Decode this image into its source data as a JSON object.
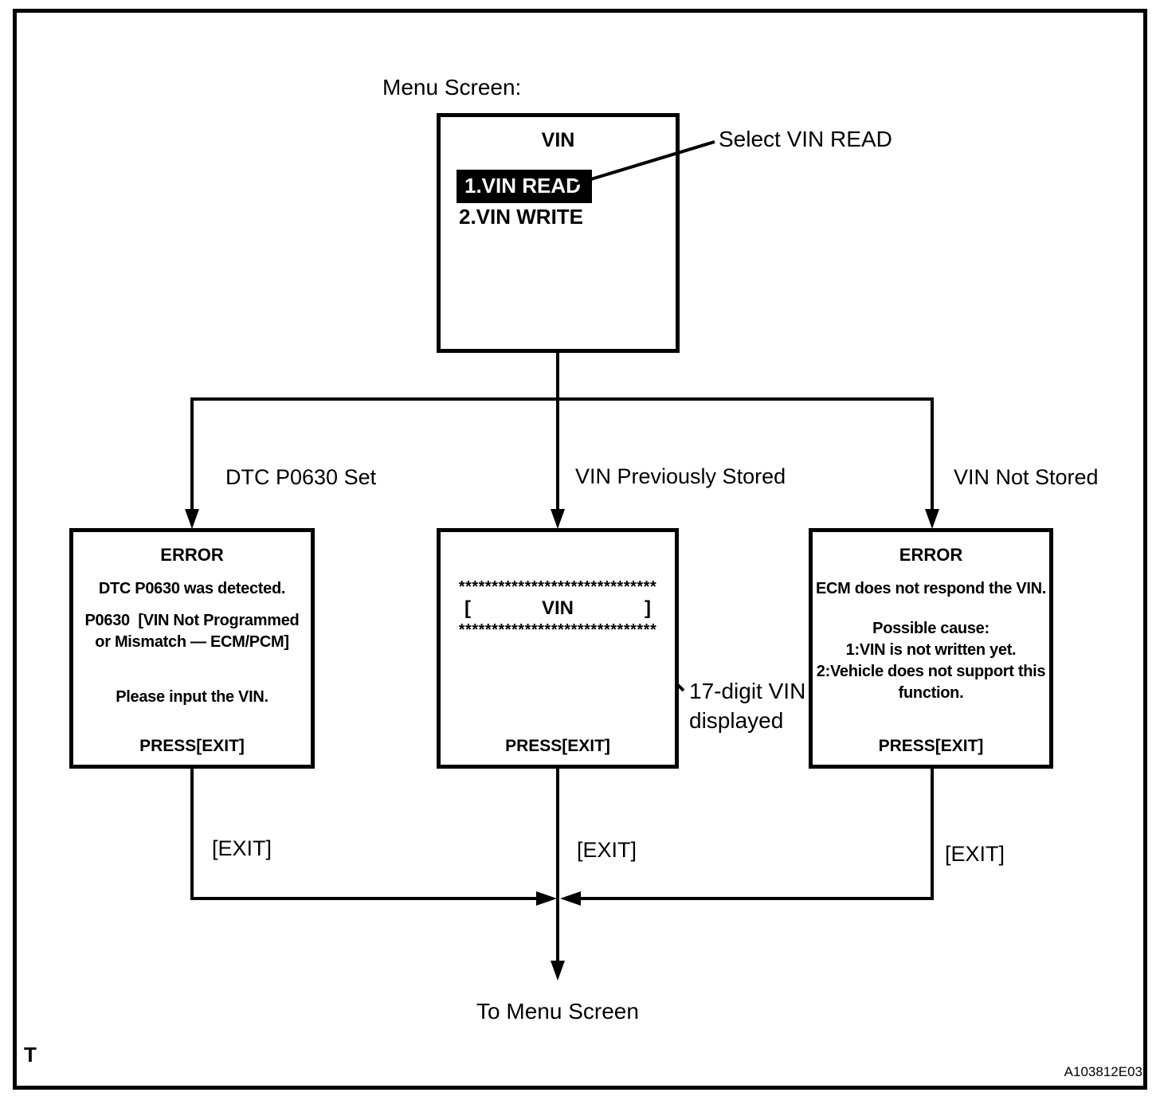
{
  "header": {
    "menu_screen_label": "Menu Screen:"
  },
  "menu_box": {
    "title": "VIN",
    "item1": "1.VIN READ",
    "item2": "2.VIN WRITE"
  },
  "annotations": {
    "select_vin_read": "Select VIN READ",
    "vin_digits_line1": "17-digit VIN",
    "vin_digits_line2": "displayed"
  },
  "branches": {
    "left": "DTC P0630 Set",
    "middle": "VIN Previously Stored",
    "right": "VIN Not Stored"
  },
  "screens": {
    "dtc_error": {
      "title": "ERROR",
      "line1": "DTC P0630 was detected.",
      "line2": "P0630  [VIN Not Programmed",
      "line3": "or Mismatch — ECM/PCM]",
      "line4": "Please input the VIN.",
      "footer": "PRESS[EXIT]"
    },
    "vin_display": {
      "stars_top": "******************************",
      "bracket_open": "[",
      "vin_label": "VIN",
      "bracket_close": "]",
      "stars_bottom": "******************************",
      "footer": "PRESS[EXIT]"
    },
    "ecm_error": {
      "title": "ERROR",
      "line1": "ECM does not respond the VIN.",
      "line2": "Possible cause:",
      "line3": "1:VIN is not written yet.",
      "line4": "2:Vehicle does not support this",
      "line5": "function.",
      "footer": "PRESS[EXIT]"
    }
  },
  "exits": {
    "left": "[EXIT]",
    "middle": "[EXIT]",
    "right": "[EXIT]"
  },
  "footer": {
    "to_menu": "To Menu Screen",
    "page_marker": "T",
    "figure_code": "A103812E03"
  },
  "colors": {
    "ink": "#000000",
    "paper": "#ffffff"
  }
}
